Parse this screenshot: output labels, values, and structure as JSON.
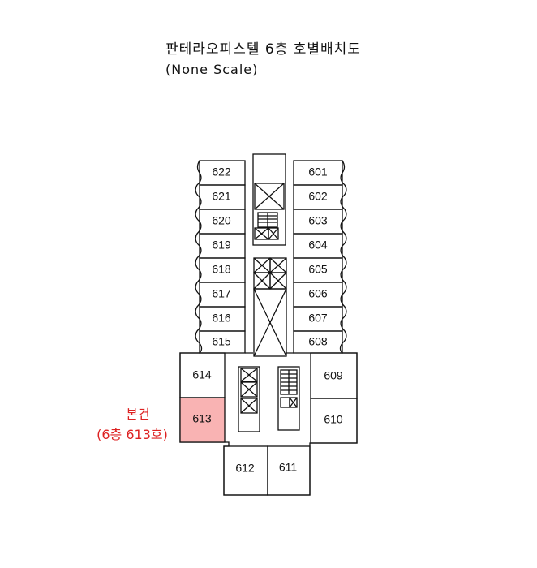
{
  "title": "판테라오피스텔 6층 호별배치도",
  "subtitle": "(None Scale)",
  "annotation": {
    "line1": "본건",
    "line2": "(6층 613호)"
  },
  "colors": {
    "highlight_fill": "#f9b3b3",
    "annotation_text": "#dd2222",
    "line": "#111111"
  },
  "units": {
    "u601": "601",
    "u602": "602",
    "u603": "603",
    "u604": "604",
    "u605": "605",
    "u606": "606",
    "u607": "607",
    "u608": "608",
    "u609": "609",
    "u610": "610",
    "u611": "611",
    "u612": "612",
    "u613": "613",
    "u614": "614",
    "u615": "615",
    "u616": "616",
    "u617": "617",
    "u618": "618",
    "u619": "619",
    "u620": "620",
    "u621": "621",
    "u622": "622"
  },
  "highlighted_unit": "613"
}
